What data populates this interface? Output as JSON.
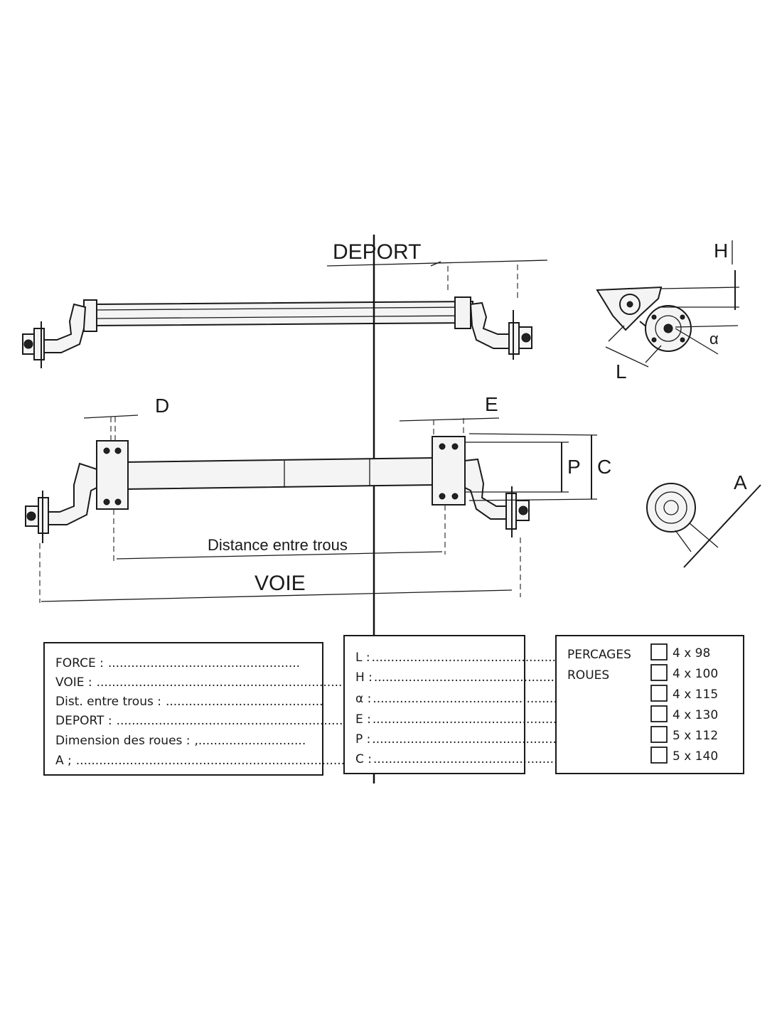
{
  "labels": {
    "deport": "DEPORT",
    "h": "H",
    "l": "L",
    "alpha": "α",
    "d": "D",
    "e": "E",
    "p": "P",
    "c": "C",
    "a": "A",
    "distance_entre_trous": "Distance entre trous",
    "voie": "VOIE"
  },
  "form_left": {
    "rows": [
      {
        "label": "FORCE :",
        "dots": ".................................................."
      },
      {
        "label": "VOIE :",
        "dots": ".................................................................."
      },
      {
        "label": "Dist. entre trous :",
        "dots": "........................................."
      },
      {
        "label": "DEPORT :",
        "dots": "..........................................................."
      },
      {
        "label": "Dimension des roues :",
        "dots": ",............................"
      },
      {
        "label": "A ;",
        "dots": "......................................................................"
      }
    ]
  },
  "form_middle": {
    "rows": [
      {
        "label": "L :",
        "dots": "...................................................."
      },
      {
        "label": "H :",
        "dots": "....................................................."
      },
      {
        "label": "α :",
        "dots": "...................................................."
      },
      {
        "label": "E :",
        "dots": "...................................................."
      },
      {
        "label": "P :",
        "dots": "...................................................."
      },
      {
        "label": "C :",
        "dots": "...................................................."
      }
    ]
  },
  "form_right": {
    "title_line1": "PERCAGES",
    "title_line2": "ROUES",
    "options": [
      "4 x 98",
      "4 x 100",
      "4 x 115",
      "4 x 130",
      "5 x 112",
      "5 x 140"
    ]
  }
}
